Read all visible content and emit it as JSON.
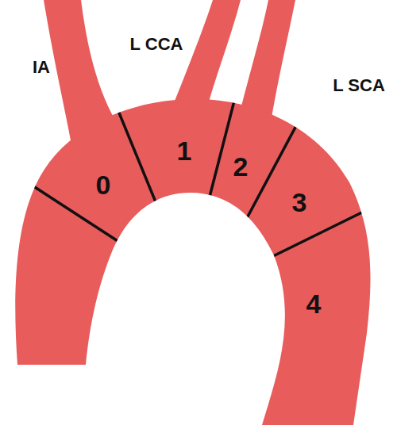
{
  "diagram": {
    "labels": [
      "IA",
      "L CCA",
      "L SCA",
      "0",
      "1",
      "2",
      "3",
      "4"
    ]
  }
}
